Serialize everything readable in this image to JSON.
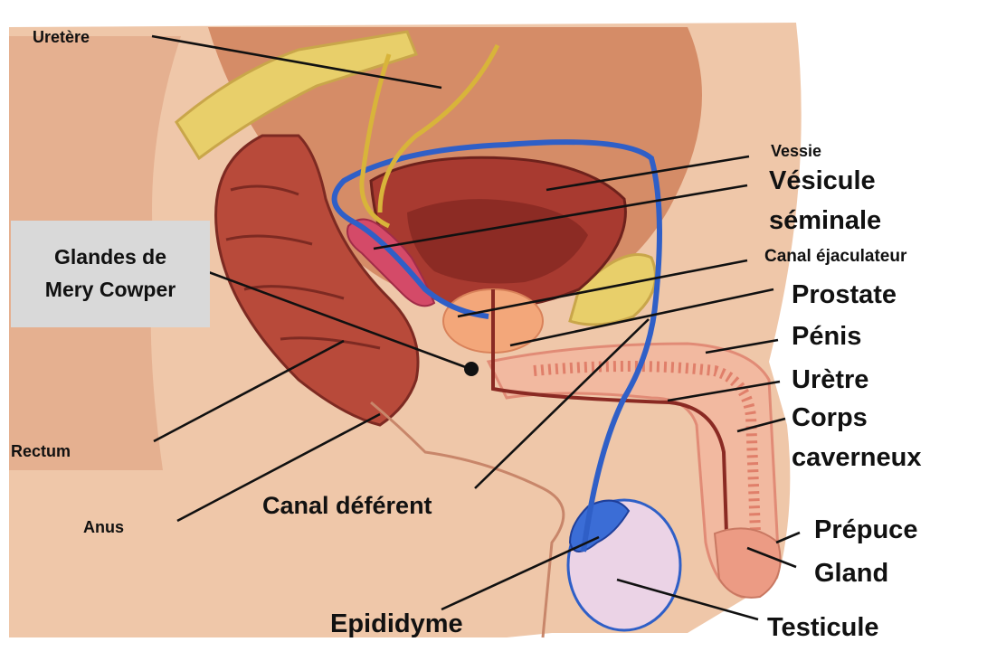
{
  "callout": {
    "line1": "Glandes de",
    "line2": "Mery Cowper"
  },
  "labels": {
    "uretere": "Uretère",
    "vessie": "Vessie",
    "vesicule_line1": "Vésicule",
    "vesicule_line2": "séminale",
    "canal_ejaculateur": "Canal éjaculateur",
    "prostate": "Prostate",
    "penis": "Pénis",
    "uretre": "Urètre",
    "corps_line1": "Corps",
    "corps_line2": "caverneux",
    "prepuce": "Prépuce",
    "gland": "Gland",
    "testicule": "Testicule",
    "epididyme": "Epididyme",
    "canal_deferent": "Canal déférent",
    "anus": "Anus",
    "rectum": "Rectum"
  },
  "colors": {
    "skin": "#e7a27c",
    "skin_dark": "#b86c4f",
    "bone": "#e8cf6a",
    "rectum": "#b84a3a",
    "bladder": "#a83a30",
    "vas_deferens": "#2f5fc7",
    "ureter": "#d8b43a",
    "penile_tissue": "#f4b8a0"
  }
}
